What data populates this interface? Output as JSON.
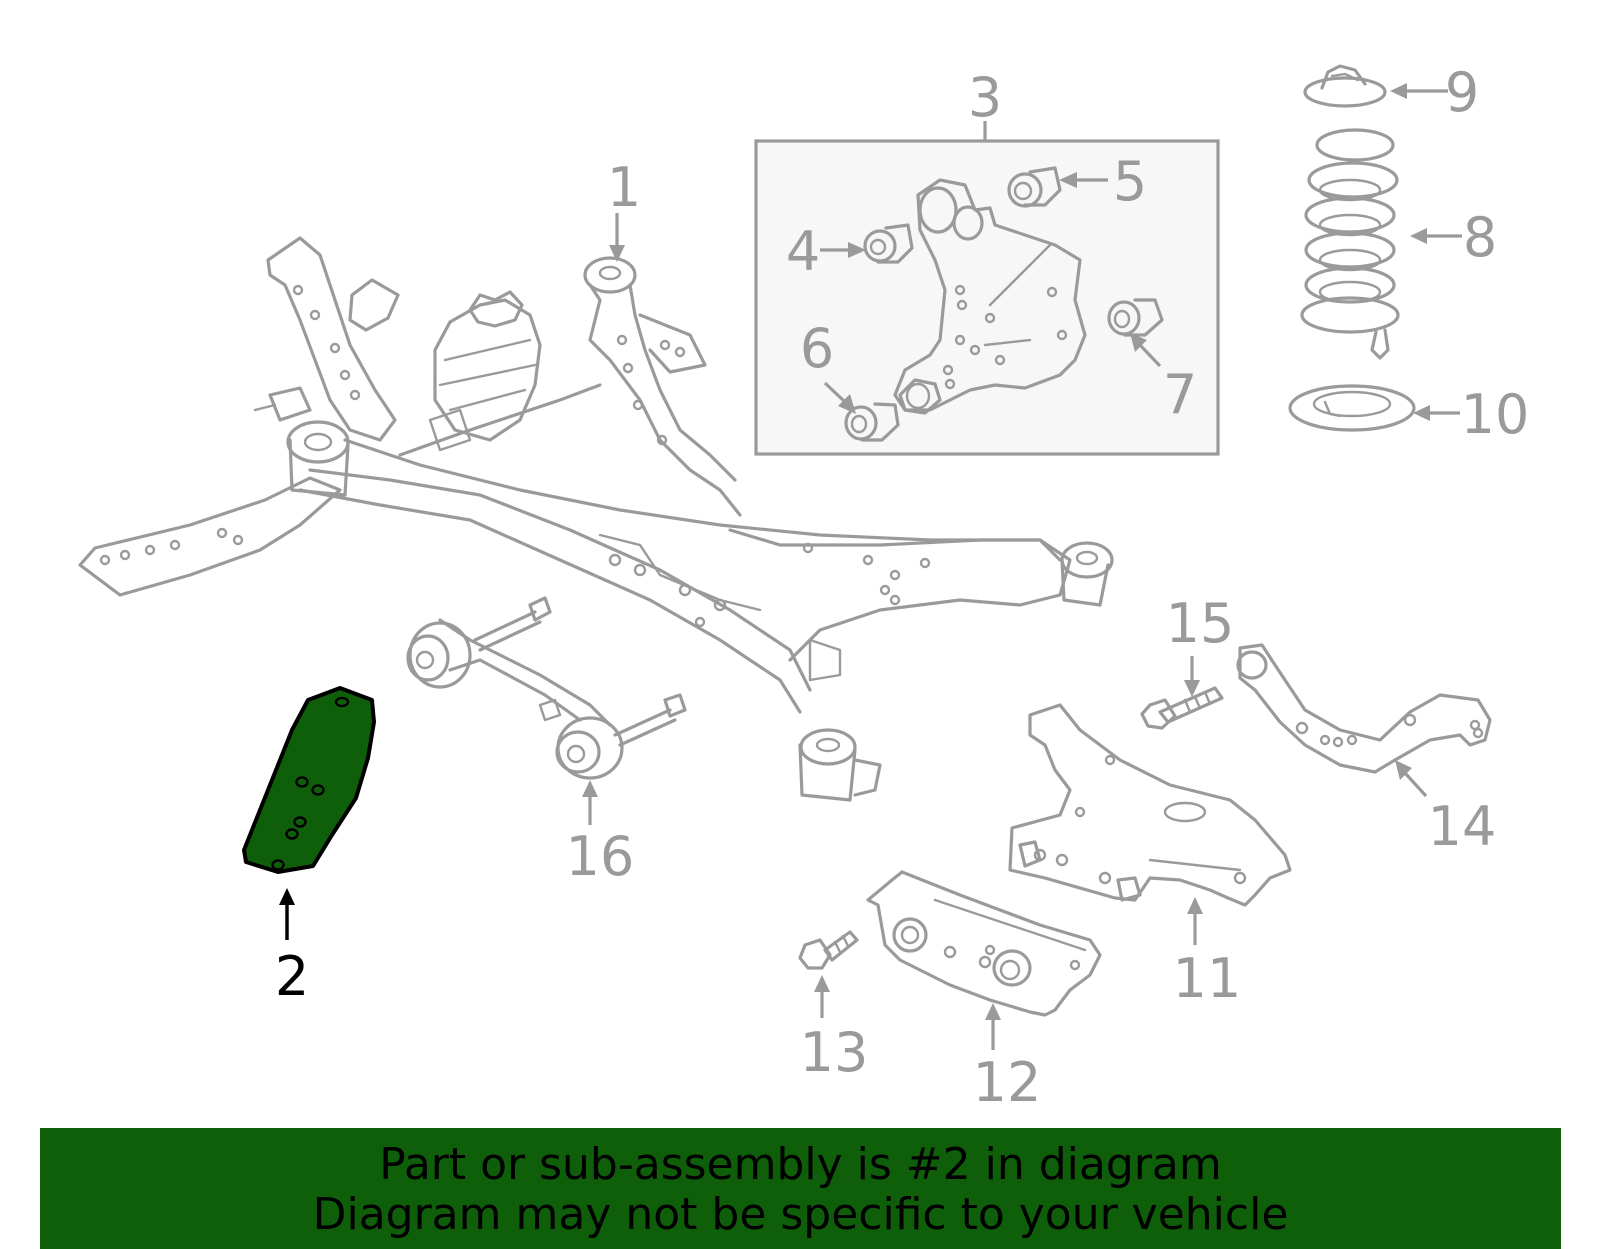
{
  "colors": {
    "highlight": "#0f5f0a",
    "outline": "#9a9a9a",
    "banner_background": "#0f5f0a",
    "banner_text": "#000000"
  },
  "callouts": {
    "c1": "1",
    "c2": "2",
    "c3": "3",
    "c4": "4",
    "c5": "5",
    "c6": "6",
    "c7": "7",
    "c8": "8",
    "c9": "9",
    "c10": "10",
    "c11": "11",
    "c12": "12",
    "c13": "13",
    "c14": "14",
    "c15": "15",
    "c16": "16"
  },
  "highlighted_part": "2",
  "banner": {
    "line1": "Part or sub-assembly is #2 in diagram",
    "line2": "Diagram may not be specific to your vehicle"
  }
}
